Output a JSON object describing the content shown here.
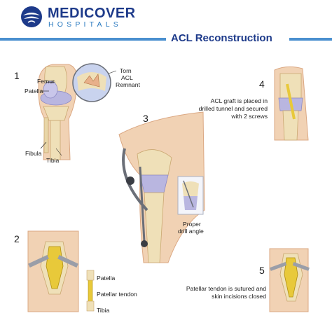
{
  "brand": {
    "name_line1": "MEDICOVER",
    "name_line2": "HOSPITALS",
    "color": "#1d3a8a",
    "accent": "#4a8fcf"
  },
  "title": "ACL Reconstruction",
  "steps": {
    "s1": {
      "number": "1",
      "labels": {
        "femur": "Femur",
        "patella": "Patella",
        "fibula": "Fibula",
        "tibia": "Tibia",
        "torn": "Torn",
        "acl": "ACL",
        "remnant": "Remnant"
      }
    },
    "s2": {
      "number": "2",
      "labels": {
        "patella": "Patella",
        "tendon": "Patellar tendon",
        "tibia": "Tibia"
      }
    },
    "s3": {
      "number": "3",
      "labels": {
        "proper": "Proper",
        "drill": "drill angle"
      }
    },
    "s4": {
      "number": "4",
      "caption": [
        "ACL graft is placed in",
        "drilled tunnel and secured",
        "with 2 screws"
      ]
    },
    "s5": {
      "number": "5",
      "caption": [
        "Patellar tendon is sutured and",
        "skin incisions closed"
      ]
    }
  },
  "colors": {
    "skin": "#f1d2b4",
    "skin_shade": "#dba883",
    "bone": "#efe0b8",
    "cartilage": "#b9b6e0",
    "tendon": "#e8c93a",
    "instrument": "#6b6f78"
  }
}
